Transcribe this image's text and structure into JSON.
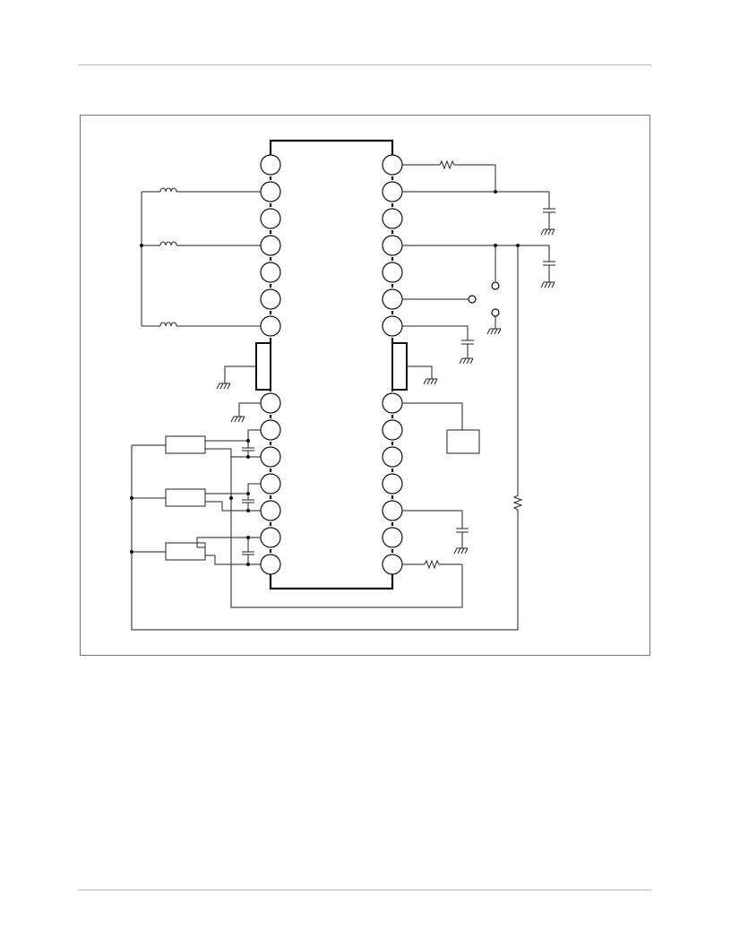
{
  "page": {
    "header_rule": "top-divider",
    "footer_rule": "bottom-divider"
  },
  "diagram": {
    "type": "schematic",
    "description_visible_text": [],
    "ic": {
      "left_pins_upper": 7,
      "left_pins_lower": 7,
      "right_pins_upper": 7,
      "right_pins_lower": 7
    },
    "components": {
      "inductors": 3,
      "capacitors": 7,
      "resistors": 3,
      "resistor_modules": 3,
      "switch_contacts": 2,
      "ground_symbols": 7,
      "external_box": 1
    },
    "colors": {
      "wire": "#222222",
      "frame": "#777777",
      "rule": "#b8b8b8"
    }
  }
}
